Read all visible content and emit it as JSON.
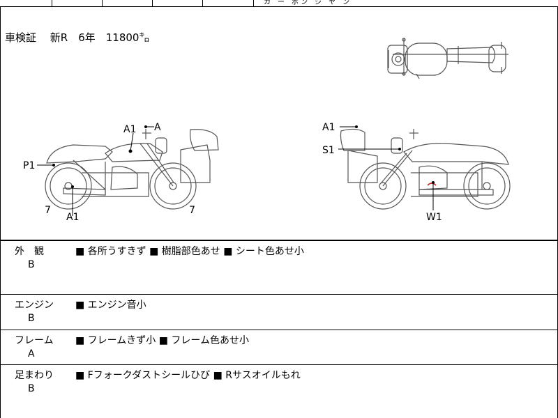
{
  "inspection": "車検証　 新R　6年　11800㌔",
  "top_fragment": "カ　ー　ボ ン　ジ　ヤ　ン",
  "labels": {
    "left_a1_top": "A1",
    "left_a": "A",
    "left_p1": "P1",
    "left_7a": "7",
    "left_a1_bottom": "A1",
    "left_7b": "7",
    "right_a1": "A1",
    "right_s1": "S1",
    "right_w1": "W1"
  },
  "rows": [
    {
      "category": "外　観",
      "grade": "B",
      "notes": "■ 各所うすきず ■ 樹脂部色あせ ■ シート色あせ小"
    },
    {
      "category": "エンジン",
      "grade": "B",
      "notes": "■ エンジン音小"
    },
    {
      "category": "フレーム",
      "grade": "A",
      "notes": "■ フレームきず小 ■ フレーム色あせ小"
    },
    {
      "category": "足まわり",
      "grade": "B",
      "notes": "■ Fフォークダストシールひび ■ Rサスオイルもれ"
    }
  ]
}
